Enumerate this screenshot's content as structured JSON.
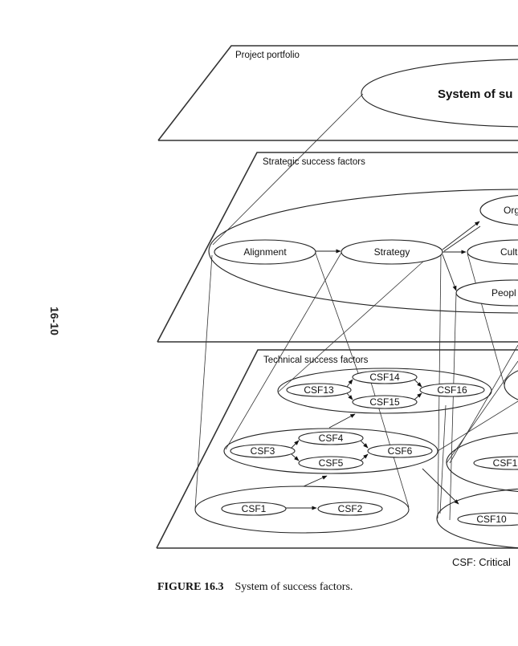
{
  "page_number": "16-10",
  "layers": [
    {
      "id": "portfolio",
      "label": "Project portfolio"
    },
    {
      "id": "strategic",
      "label": "Strategic success factors"
    },
    {
      "id": "technical",
      "label": "Technical success factors"
    }
  ],
  "portfolio": {
    "system_label": "System of su"
  },
  "strategic": {
    "nodes": [
      "Alignment",
      "Strategy",
      "Org",
      "Cult",
      "Peopl"
    ]
  },
  "technical": {
    "nodes": {
      "csf1": "CSF1",
      "csf2": "CSF2",
      "csf3": "CSF3",
      "csf4": "CSF4",
      "csf5": "CSF5",
      "csf6": "CSF6",
      "csf10": "CSF10",
      "csf11": "CSF1",
      "csf13": "CSF13",
      "csf14": "CSF14",
      "csf15": "CSF15",
      "csf16": "CSF16"
    }
  },
  "legend": "CSF: Critical",
  "caption": {
    "figure": "FIGURE 16.3",
    "text": "System of success factors."
  }
}
